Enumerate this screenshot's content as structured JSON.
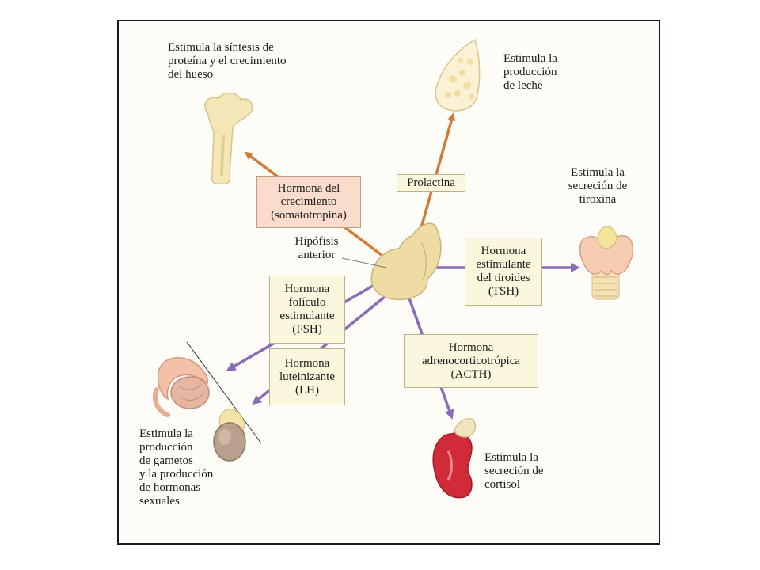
{
  "labels": {
    "hueso": "Estimula la síntesis de\nproteína y el crecimiento\ndel hueso",
    "leche": "Estimula la\nproducción\nde leche",
    "tiroxina": "Estimula la\nsecreción de\ntiroxina",
    "cortisol": "Estimula la\nsecreción de\ncortisol",
    "gametos": "Estimula la\nproducción\nde gametos\ny la producción\nde hormonas\nsexuales",
    "hipofisis": "Hipófisis\nanterior"
  },
  "hormones": {
    "gh": "Hormona del\ncrecimiento\n(somatotropina)",
    "prolactina": "Prolactina",
    "tsh": "Hormona\nestimulante\ndel tiroides\n(TSH)",
    "fsh": "Hormona\nfolículo\nestimulante\n(FSH)",
    "lh": "Hormona\nluteinizante\n(LH)",
    "acth": "Hormona\nadrenocorticotrópica\n(ACTH)"
  },
  "colors": {
    "orange_arrow": "#d27a3a",
    "purple_arrow": "#8a6bb8",
    "gland": "#eedca4",
    "box_fill": "#fbf7dc",
    "box_fill_orange": "#f9dccb"
  }
}
